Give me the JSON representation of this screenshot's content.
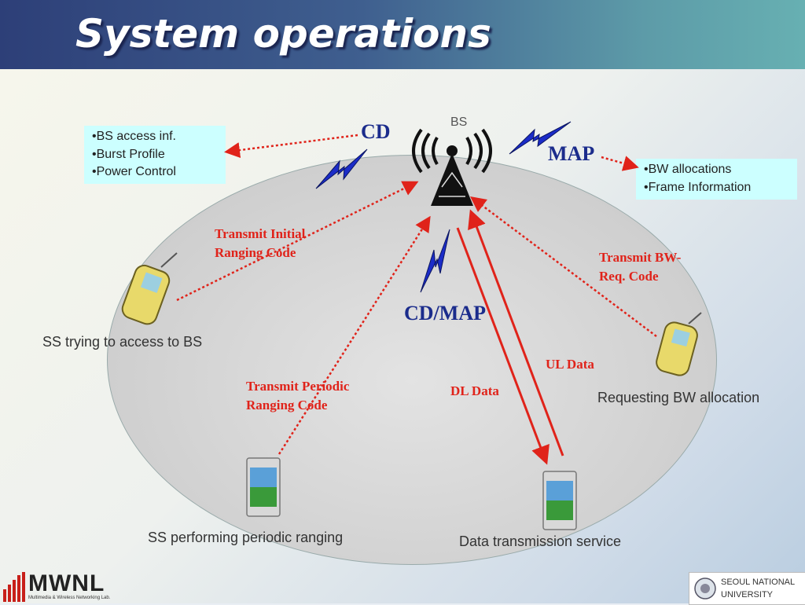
{
  "header": {
    "title": "System operations"
  },
  "cd_box": {
    "items": [
      "BS access inf.",
      "Burst Profile",
      "Power Control"
    ]
  },
  "map_box": {
    "items": [
      "BW allocations",
      "Frame Information"
    ]
  },
  "labels": {
    "bs": "BS",
    "cd": "CD",
    "map": "MAP",
    "cdmap": "CD/MAP",
    "initial_ranging_1": "Transmit Initial",
    "initial_ranging_2": "Ranging Code",
    "bw_req_1": "Transmit BW-",
    "bw_req_2": "Req. Code",
    "periodic_1": "Transmit Periodic",
    "periodic_2": "Ranging Code",
    "ul_data": "UL Data",
    "dl_data": "DL Data",
    "ss_access": "SS trying to access to BS",
    "ss_bw": "Requesting BW allocation",
    "ss_periodic": "SS performing periodic ranging",
    "ss_data": "Data transmission service"
  },
  "logo": {
    "text": "MWNL",
    "subtitle": "Multimedia & Wireless Networking Lab."
  },
  "university": {
    "line1": "SEOUL NATIONAL",
    "line2": "UNIVERSITY"
  },
  "colors": {
    "arrow": "#e0231a",
    "lightning": "#1b2cc8",
    "box": "#ccffff"
  }
}
